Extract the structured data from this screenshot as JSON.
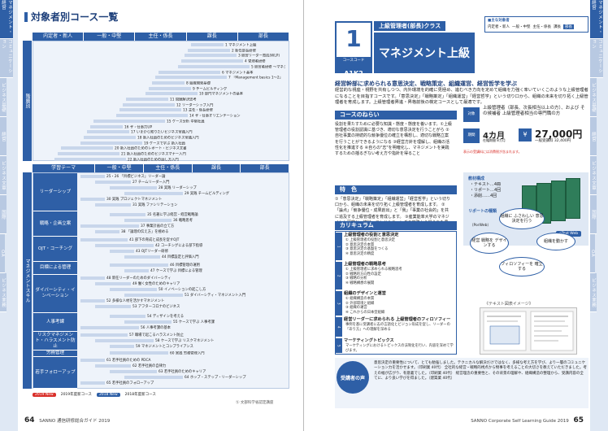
{
  "left": {
    "title": "対象者別コース一覧",
    "columns": [
      "内定者・新人",
      "一般・中堅",
      "主任・係長",
      "課長",
      "部長"
    ],
    "section1": {
      "band": "階層別",
      "rows": [
        {
          "label": "",
          "courses": [
            "1 マネジメント上級",
            "2 新任部長研修",
            "3 経営リーダー育成(WLP)",
            "4 管理者研修",
            "5 経営者研修 ～マネジメント革新～"
          ]
        },
        {
          "label": "",
          "courses": [
            "6 マネジメント基本",
            "7 「Management basics 1～2」",
            "8 組織開発基礎",
            "9 チームビルディング",
            "10 部門マネジメントの基本"
          ]
        },
        {
          "label": "",
          "courses": [
            "11 問題解決思考",
            "12 リーダーシップ入門",
            "13 主任・係長研修",
            "14 ザ・仕事オリエンテーション"
          ]
        },
        {
          "label": "",
          "courses": [
            "15 ケース分析 中堅社員",
            "16 ザ・仕事力UP",
            "17 いまから知りたいビジネス常識入門",
            "18 新入社員のためのビジネス常識入門",
            "19 ケースで学ぶ 新入社員"
          ]
        },
        {
          "label": "",
          "courses": [
            "20 新入社員のためのレポート・ビジネス文書",
            "21 新入社員のためのビジネスマナー入門",
            "22 新入社員のための話し方入門"
          ]
        }
      ]
    },
    "section2": {
      "band": "マネジメントスキル",
      "theme_header": "学習テーマ",
      "rows": [
        {
          "label": "リーダーシップ",
          "courses": [
            "25・26 「目標ビジネス」リーダー論",
            "27 チームリーダー入門",
            "28 実践 リーダーシップ",
            "29 実践 チームビルディング",
            "30 実践 プロジェクトマネジメント",
            "31 実践 ファシリテーション"
          ]
        },
        {
          "label": "戦略・企画立案",
          "courses": [
            "35 名著に学ぶ経営・経営戦略論",
            "36 戦略思考",
            "37 事業計画の立て方",
            "38 「論理の伝え方」を極める"
          ]
        },
        {
          "label": "OJT・コーチング",
          "courses": [
            "41 部下の育成と成長を促すOJT",
            "42 コーチングによる部下指導",
            "43 OJTリーダー研修",
            "44 目標設定と評価入門"
          ]
        },
        {
          "label": "目標による管理",
          "courses": [
            "46 目標管理の運用",
            "47 ケースで学ぶ 目標による管理"
          ]
        },
        {
          "label": "ダイバーシティ・インベーション",
          "courses": [
            "48 新任リーダーのためのダイバーシティ",
            "49 働く女性のためのキャリア",
            "50 イノベーションの起こし方",
            "51 ダイバーシティ・マネジメント入門",
            "52 多様な人材を活かすマネジメント",
            "53 アフターコロナのビジネス"
          ]
        },
        {
          "label": "人事考課",
          "courses": [
            "54 ディザインを考える",
            "55 ケースで学ぶ 人事考課",
            "56 人事考課の基本"
          ]
        },
        {
          "label": "リスクマネジメント・ハラスメント防止",
          "courses": [
            "57 職場で起こるハラスメント防止",
            "58 ケースで学ぶ リスクマネジメント",
            "59 マネジメントとコンプライアンス"
          ]
        },
        {
          "label": "労務管理",
          "courses": [
            "60 実践 労務管理入門"
          ]
        },
        {
          "label": "若手フォローアップ",
          "courses": [
            "61 若手社員のための PDCA",
            "62 若手社員の自律力",
            "63 若手社員のためのキャリア",
            "64 ホップ・ステップ・リーダーシップ",
            "65 若手社員のフォローアップ"
          ]
        }
      ]
    },
    "legend": [
      "2019 New",
      "2019年度新コース",
      "2018 New",
      "2018年度新コース"
    ],
    "footnote": "Ⓢ 文部科学省認定講座",
    "folio_num": "64",
    "folio_text": "SANNO 通信研修総合ガイド 2019",
    "tabs": [
      "マネジメント・経営",
      "コミュニケーション",
      "ビジネス基礎",
      "経営",
      "ビジネス文章",
      "国際",
      "OA",
      "ビジネス実務"
    ]
  },
  "right": {
    "course_number": "1",
    "code_label": "コースコード",
    "code": "A1K2",
    "class_tag": "上級管理者(部長)クラス",
    "course_title": "マネジメント上級",
    "target_box": {
      "title": "■主な対象者",
      "levels": [
        "内定者・新人",
        "一般・中堅",
        "主任・係長",
        "課長",
        "部長"
      ]
    },
    "lead_head": "経営幹部に求められる意思決定、戦略策定、組織運営、経営哲学を学ぶ",
    "lead_text": "経営的な視座・視野を共有しつつ、内外環境を的確に見極め、進むべき方向を定めて組織を力強く率いていくこのような上級管理者になることを目指すコースです。「意思決定」「戦略策定」「組織運営」「経営哲学」という切り口から、組織の未来を切り拓く上級管理者を育成します。上級管理者昇進・昇格前後の検定コースとして最適です。",
    "aim_head": "コースのねらい",
    "aim_text": "役割を果たすために必要な知識・態度・態度を養います。①上級管理者の役割認識に基づき、適切な意思決定を行うことがら ②自社事業の持続的な競争優位の確立を構想し、適切な戦略立案を行うことができるようになる ③経営方針を理解し、組織の活性化を推進する ④自らの\"志\"を明確化し、マネジメントを実践するための揺るぎない考え方や指針を得ること",
    "target": "上級管理者（部長、次長相当以上の方）、および その候補者 上級管理者相当の専門職の方",
    "duration": "4カ月",
    "duration_sub": "在籍期間 8カ月",
    "price": "27,000円",
    "price_sub": "一般受講料 32,400円",
    "price_note": "表示の受講料には消費税が含まれます。",
    "kit_label": "教材構成",
    "kit_items": [
      "・テキスト…4冊",
      "・リポート…4回",
      "・添削……4回"
    ],
    "report_label": "リポートの種類",
    "report_sub": "（PorWeb）",
    "etext": "eText Web",
    "feature_head": "特　色",
    "feature_text": "①「意思決定」「戦略策定」「組織運営」「経営哲学」という切り口から、組織の未来を切り拓く上級管理者を育成します。 ②「論点」「競争優位・成果創出」と「我」「事業の社会的」を共に追及する上級管理者を育成します。 ③産業能率大学のマネジメント研究と、詳紗・コンサルティングの実務から得られた豊富な知見を結集し、確かな理論と実践への示唆に富むカリキュラムにしました。",
    "curr_head": "カリキュラム",
    "curriculum": [
      {
        "h": "上級管理者の役割と意思決定",
        "b": [
          "① 上級管理者の役割と意思決定",
          "② 意思決定の本質",
          "③ 意思決定の基盤をつくる",
          "④ 意思決定の精度"
        ]
      },
      {
        "h": "上級管理者の戦略思考",
        "b": [
          "① 上級管理者に求められる戦略思考",
          "② 戦略的方向性の設定",
          "③ 戦略の分析",
          "④ 戦略構想の展開"
        ]
      },
      {
        "h": "組織のデザインと運営",
        "b": [
          "① 組織構造の本質",
          "② 外部環境と組織",
          "③ 組織の運営",
          "④ これからの日本型組織"
        ]
      },
      {
        "h": "経営リーダーに求められる 上級管理者のフィロソフィー",
        "b": [
          "事例を基に受講者に志の言語化とビジョン形成を促し、リーダーの「あり方」への理解を深める"
        ]
      },
      {
        "h": "マーケティングトピックス",
        "b": [
          "マーケティングにおけるトピックスの法制化を行い、内容を深めて学びます。"
        ]
      }
    ],
    "diagram_bubbles": [
      "組織に ふさわしい 意思決定を行う",
      "経営 戦略を デザインする",
      "組織を動かす",
      "フィロソフィーを 確立する"
    ],
    "textimg_label": "《テキスト図表イメージ》",
    "voice_badge": "受講者の声",
    "voice_text": "意思決定の重要性について、とても勉強しました。テクニカルな解決だけではなく、多様な考え方を学び、より一層のコミュニケーション力を活かせます。（印刷業 40代） 全社的な経営・戦略的視点から物事を考えることの大切さを教えていただきました。考えの幅が広がり、有意義でした。（印刷業 40代） 経営理念の重要性と、その背景の理解や、組織構造の整理から、受講内容の全てに、より良い学びを得ました。（建築業 40代）",
    "folio_num": "65",
    "folio_text": "SANNO Corporate Self Learning Guide 2019",
    "tabs": [
      "マネジメント・経営",
      "コミュニケーション",
      "ビジネス基礎",
      "経営",
      "ビジネス文章",
      "国際",
      "OA",
      "ビジネス実務"
    ]
  }
}
